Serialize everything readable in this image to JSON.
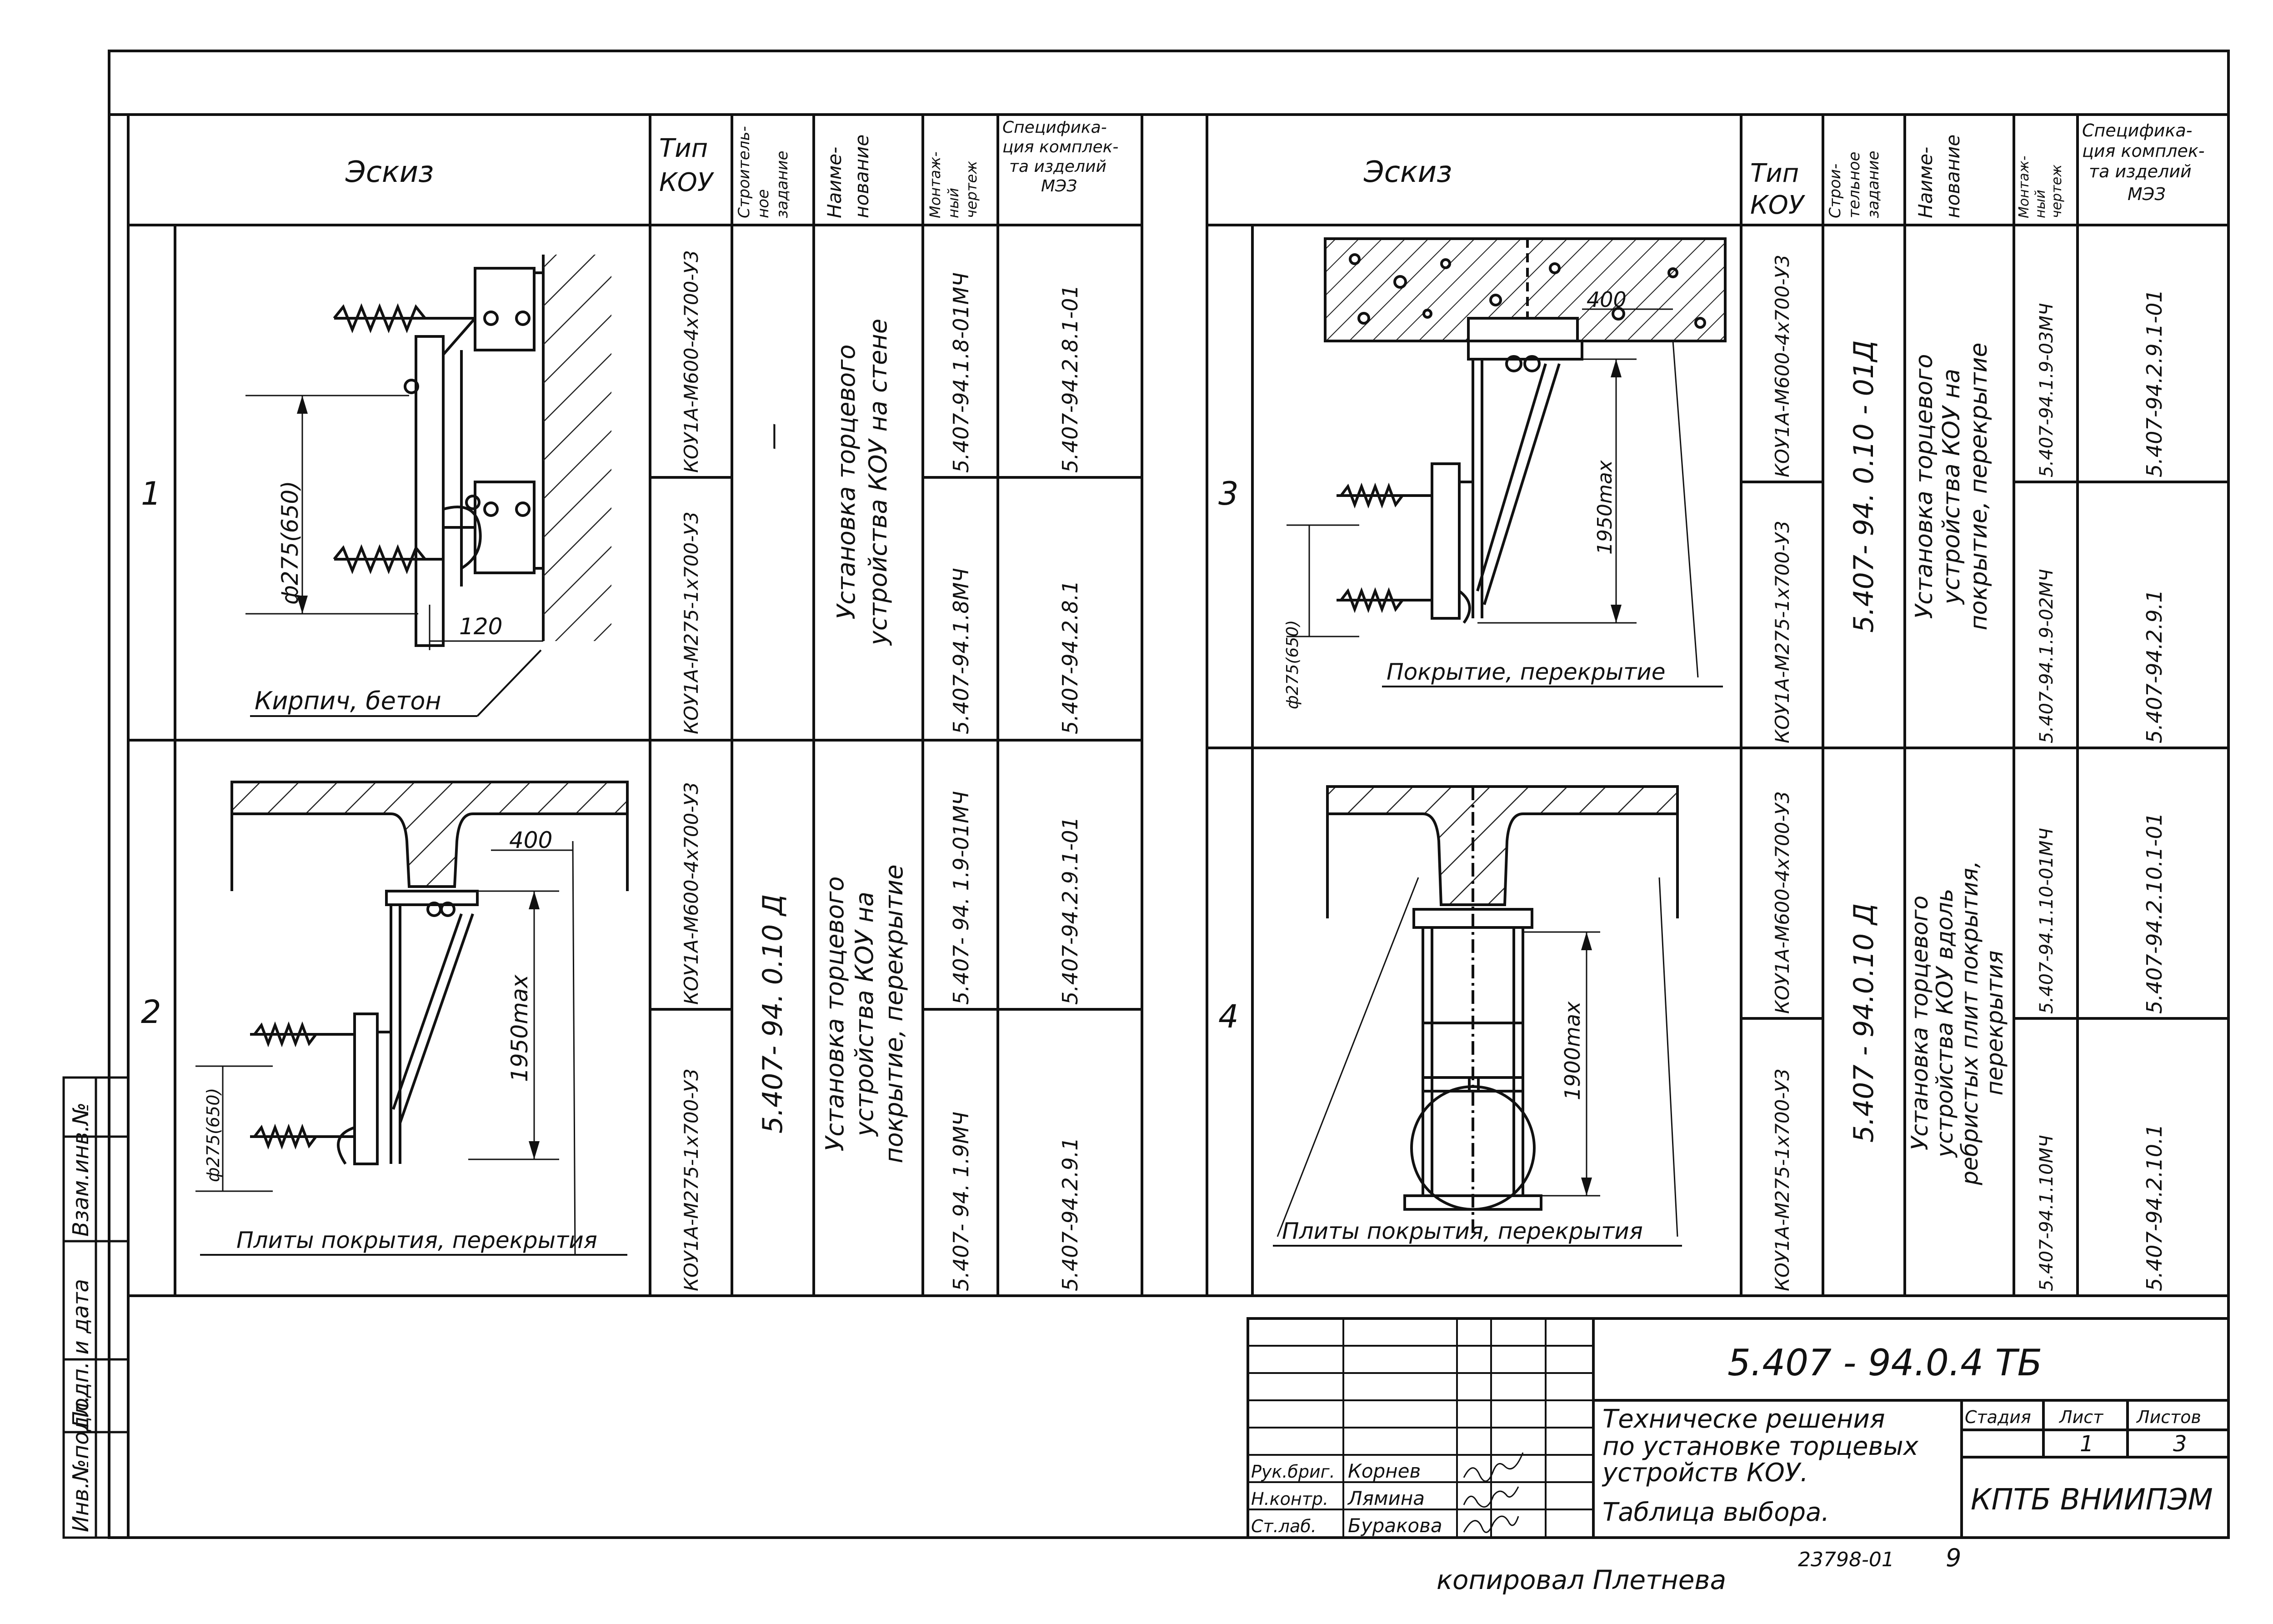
{
  "tables": [
    {
      "id": "left",
      "header": {
        "sketch": "Эскиз",
        "type": [
          "Тип",
          "КОУ"
        ],
        "construction": [
          "Строитель-",
          "ное",
          "задание"
        ],
        "naming": [
          "Наиме-",
          "нование"
        ],
        "mount": [
          "Монтаж-",
          "ный",
          "чертеж"
        ],
        "spec": [
          "Специфика-",
          "ция комплек-",
          "та изделий",
          "МЭЗ"
        ]
      },
      "rows": [
        {
          "num": "1",
          "caption": "Кирпич, бетон",
          "dims": {
            "dia": "ф275(650)",
            "offset": "120"
          },
          "construction": "—",
          "naming": [
            "Установка торцевого",
            "устройства КОУ на стене"
          ],
          "subs": [
            {
              "type": "КОУ1А-М600-4х700-У3",
              "mount": "5.407-94.1.8-01МЧ",
              "spec": "5.407-94.2.8.1-01"
            },
            {
              "type": "КОУ1А-М275-1х700-У3",
              "mount": "5.407-94.1.8МЧ",
              "spec": "5.407-94.2.8.1"
            }
          ]
        },
        {
          "num": "2",
          "caption": "Плиты покрытия, перекрытия",
          "dims": {
            "dia": "ф275(650)",
            "offset": "400",
            "height": "1950max"
          },
          "construction": "5.407- 94. 0.10 Д",
          "naming": [
            "Установка торцевого",
            "устройства КОУ на",
            "покрытие, перекрытие"
          ],
          "subs": [
            {
              "type": "КОУ1А-М600-4х700-У3",
              "mount": "5.407- 94. 1.9-01МЧ",
              "spec": "5.407-94.2.9.1-01"
            },
            {
              "type": "КОУ1А-М275-1х700-У3",
              "mount": "5.407- 94. 1.9МЧ",
              "spec": "5.407-94.2.9.1"
            }
          ]
        }
      ]
    },
    {
      "id": "right",
      "header": {
        "sketch": "Эскиз",
        "type": [
          "Тип",
          "КОУ"
        ],
        "construction": [
          "Строи-",
          "тельное",
          "задание"
        ],
        "naming": [
          "Наиме-",
          "нование"
        ],
        "mount": [
          "Монтаж-",
          "ный",
          "чертеж"
        ],
        "spec": [
          "Специфика-",
          "ция комплек-",
          "та изделий",
          "МЭЗ"
        ]
      },
      "rows": [
        {
          "num": "3",
          "caption": "Покрытие, перекрытие",
          "dims": {
            "dia": "ф275(650)",
            "offset": "400",
            "height": "1950max"
          },
          "construction": "5.407- 94. 0.10 - 01Д",
          "naming": [
            "Установка торцевого",
            "устройства КОУ на",
            "покрытие, перекрытие"
          ],
          "subs": [
            {
              "type": "КОУ1А-М600-4х700-У3",
              "mount": "5.407-94.1.9-03МЧ",
              "spec": "5.407-94.2.9.1-01"
            },
            {
              "type": "КОУ1А-М275-1х700-У3",
              "mount": "5.407-94.1.9-02МЧ",
              "spec": "5.407-94.2.9.1"
            }
          ]
        },
        {
          "num": "4",
          "caption": "Плиты покрытия, перекрытия",
          "dims": {
            "height": "1900max"
          },
          "construction": "5.407 - 94.0.10 Д",
          "naming": [
            "Установка торцевого",
            "устройства КОУ вдоль",
            "ребристых плит покрытия,",
            "перекрытия"
          ],
          "subs": [
            {
              "type": "КОУ1А-М600-4х700-У3",
              "mount": "5.407-94.1.10-01МЧ",
              "spec": "5.407-94.2.10.1-01"
            },
            {
              "type": "КОУ1А-М275-1х700-У3",
              "mount": "5.407-94.1.10МЧ",
              "spec": "5.407-94.2.10.1"
            }
          ]
        }
      ]
    }
  ],
  "side_stamp": [
    "Инв.№подл.",
    "Подп. и дата",
    "Взам.инв.№"
  ],
  "title_block": {
    "code": "5.407 - 94.0.4 ТБ",
    "title": [
      "Техническе решения",
      "по установке торцевых",
      "устройств КОУ.",
      "Таблица выбора."
    ],
    "stage_label": "Стадия",
    "sheet_label": "Лист",
    "sheets_label": "Листов",
    "sheet_value": "1",
    "sheets_value": "3",
    "org": "КПТБ ВНИИПЭМ",
    "people": [
      {
        "role": "Рук.бриг.",
        "name": "Корнев"
      },
      {
        "role": "Н.контр.",
        "name": "Лямина"
      },
      {
        "role": "Ст.лаб.",
        "name": "Буракова"
      }
    ]
  },
  "footer": {
    "copied": "копировал Плетнева",
    "number": "23798-01",
    "page": "9"
  }
}
